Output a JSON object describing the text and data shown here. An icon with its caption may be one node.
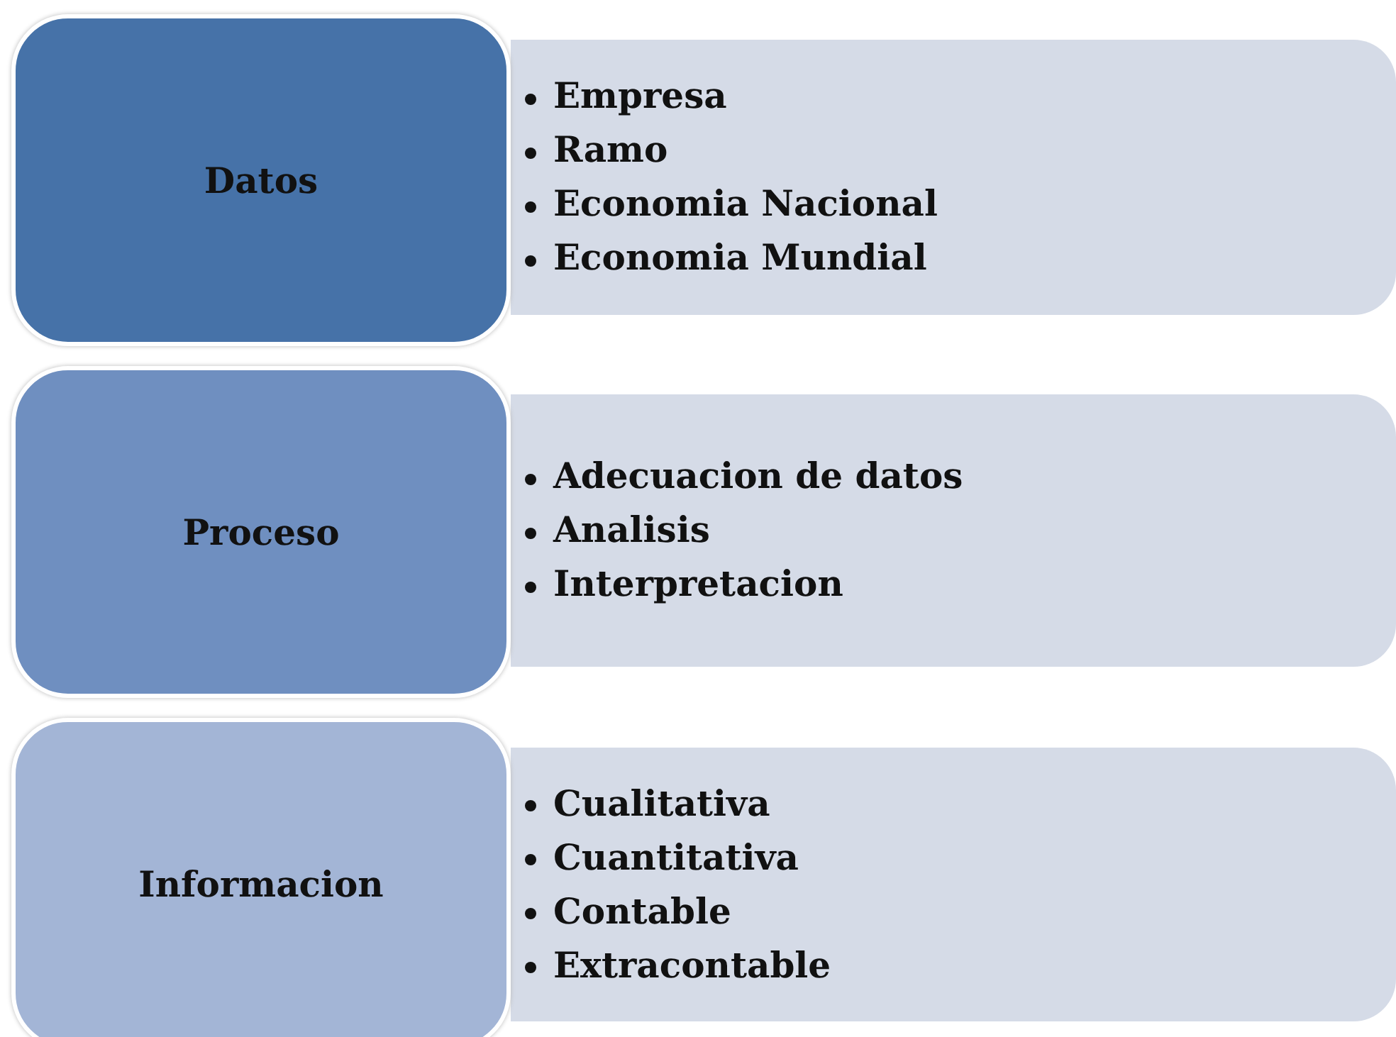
{
  "diagram": {
    "nodes": [
      {
        "text": [
          "Datos"
        ]
      },
      {
        "text": [
          "Empresa",
          "Ramo",
          "Economia Nacional",
          "Economia Mundial"
        ]
      },
      {
        "text": [
          "Proceso"
        ]
      },
      {
        "text": [
          "Adecuacion de datos",
          "Analisis",
          "Interpretacion"
        ]
      },
      {
        "text": [
          "Informacion"
        ]
      },
      {
        "text": [
          "Cualitativa",
          "Cuantitativa",
          "Contable",
          "Extracontable"
        ]
      }
    ]
  }
}
